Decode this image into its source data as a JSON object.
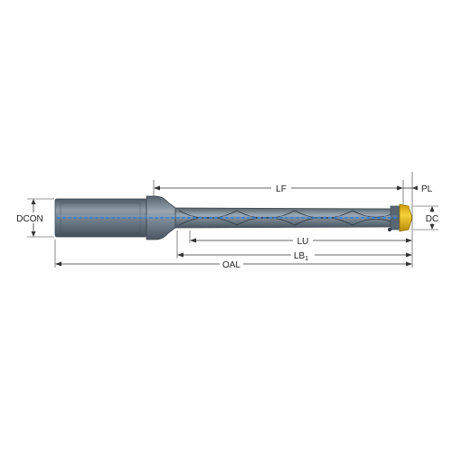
{
  "labels": {
    "lf": "LF",
    "pl": "PL",
    "dcon": "DCON",
    "dc": "DC",
    "lu": "LU",
    "lb": "LB",
    "lb_sub": "1",
    "oal": "OAL"
  },
  "colors": {
    "tool_body": "#6e7e8c",
    "tool_dark": "#4b5866",
    "coolant_channel": "#3a7fd0",
    "insert": "#f2c21b",
    "dimension_line": "#333333"
  }
}
